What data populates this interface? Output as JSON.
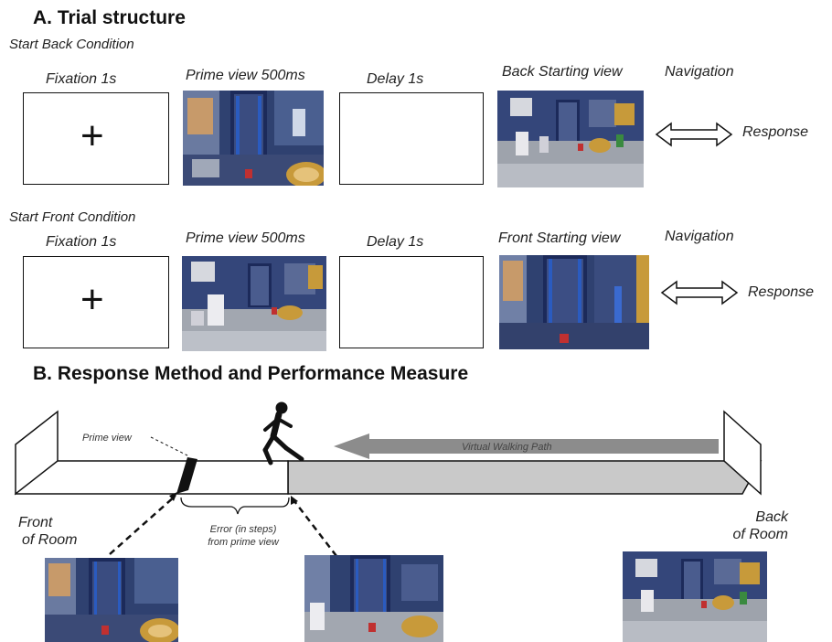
{
  "section_a": {
    "title": "A. Trial structure",
    "back_condition": {
      "label": "Start Back Condition",
      "fixation": "Fixation 1s",
      "prime": "Prime view 500ms",
      "delay": "Delay 1s",
      "starting": "Back Starting view",
      "navigation": "Navigation",
      "response": "Response"
    },
    "front_condition": {
      "label": "Start Front Condition",
      "fixation": "Fixation 1s",
      "prime": "Prime view 500ms",
      "delay": "Delay 1s",
      "starting": "Front Starting view",
      "navigation": "Navigation",
      "response": "Response"
    },
    "fixation_symbol": "+"
  },
  "section_b": {
    "title": "B. Response Method and Performance Measure",
    "prime_view_label": "Prime view",
    "walking_path_label": "Virtual Walking Path",
    "error_label_line1": "Error (in steps)",
    "error_label_line2": "from prime view",
    "front_label_line1": "Front",
    "front_label_line2": "of Room",
    "back_label_line1": "Back",
    "back_label_line2": "of Room"
  },
  "colors": {
    "room_wall": "#2e3f6d",
    "floor": "#9aa0a8",
    "path_arrow": "#8c8c8c",
    "back_floor": "#c9c9c9"
  }
}
